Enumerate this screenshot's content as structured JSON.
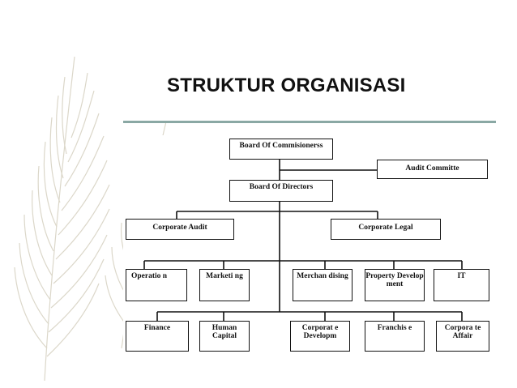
{
  "slide": {
    "title": "STRUKTUR ORGANISASI",
    "accent_color": "#8aa8a4",
    "decoration_icon": "leaf-watermark-icon"
  },
  "org_chart": {
    "root": "Board Of Commisionerss",
    "committee": "Audit Committe",
    "directors": "Board Of Directors",
    "level2": [
      "Corporate Audit",
      "Corporate Legal"
    ],
    "row1": [
      "Operatio n",
      "Marketi ng",
      "Merchan dising",
      "Property Develop ment",
      "IT"
    ],
    "row2": [
      "Finance",
      "Human Capital",
      "Corporat e Developm",
      "Franchis e",
      "Corpora te Affair"
    ]
  }
}
